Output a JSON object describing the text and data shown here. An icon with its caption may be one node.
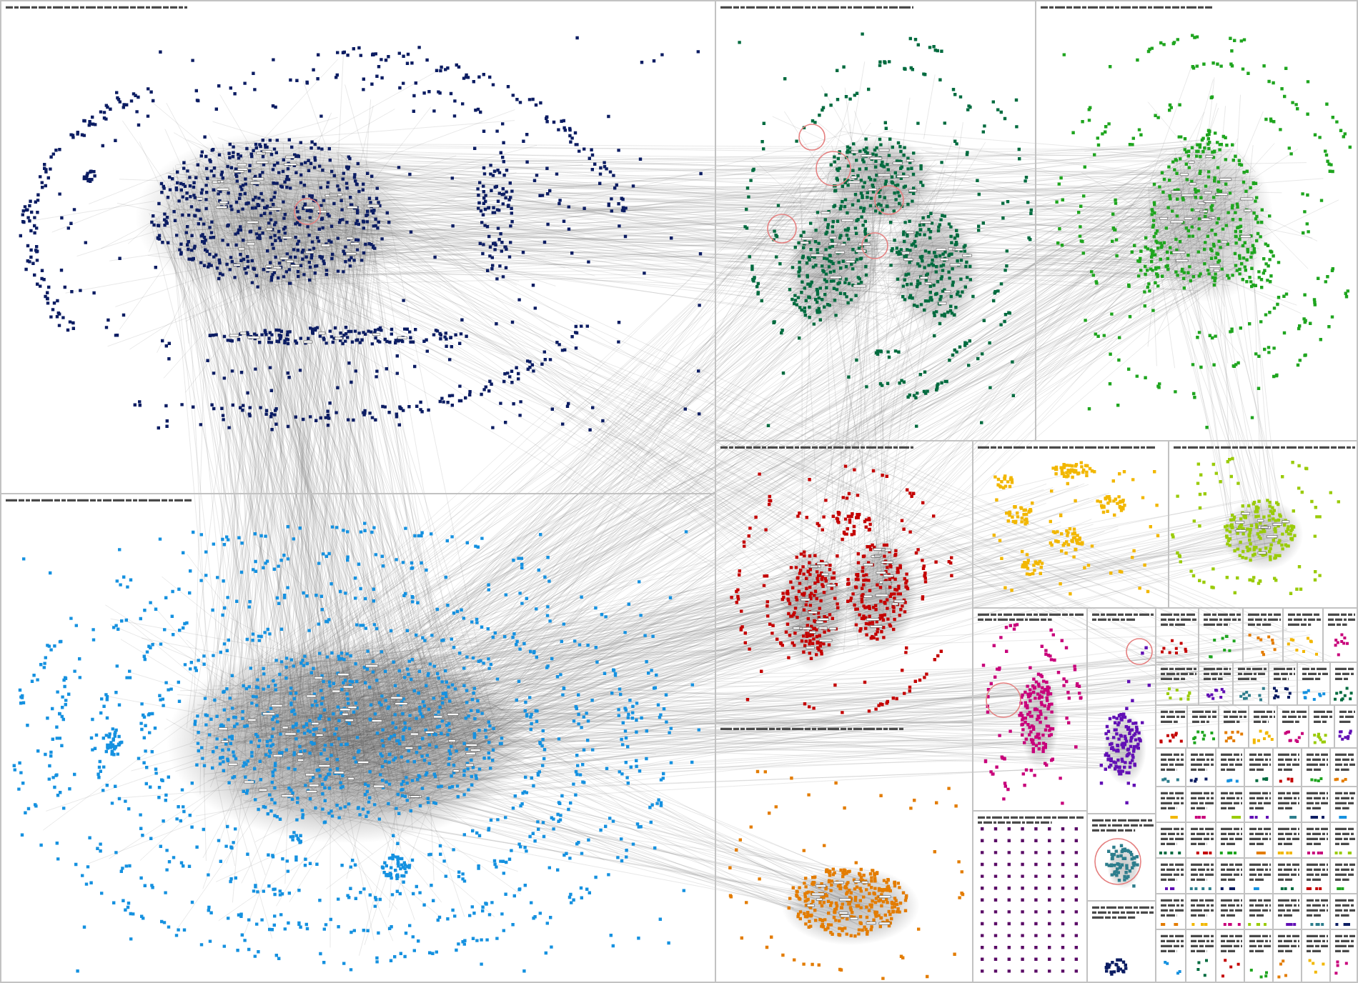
{
  "diagram": {
    "nodes": [
      {
        "text": [],
        "shape": "box"
      },
      {
        "text": [],
        "shape": "cluster",
        "in": 0
      },
      {
        "text": [],
        "shape": "box"
      },
      {
        "text": [],
        "shape": "cluster",
        "in": 2
      },
      {
        "text": [],
        "shape": "box"
      },
      {
        "text": [],
        "shape": "cluster",
        "in": 4
      },
      {
        "text": [],
        "shape": "box"
      },
      {
        "text": [],
        "shape": "cluster",
        "in": 6
      },
      {
        "text": [],
        "shape": "box"
      },
      {
        "text": [],
        "shape": "cluster",
        "in": 8
      },
      {
        "text": [],
        "shape": "box"
      },
      {
        "text": [],
        "shape": "cluster",
        "in": 10
      },
      {
        "text": [],
        "shape": "box"
      },
      {
        "text": [],
        "shape": "cluster",
        "in": 12
      },
      {
        "text": [],
        "shape": "box"
      },
      {
        "text": [],
        "shape": "cluster",
        "in": 14
      },
      {
        "text": [],
        "shape": "box"
      },
      {
        "text": [],
        "shape": "cluster",
        "in": 16
      },
      {
        "text": [],
        "shape": "box"
      },
      {
        "text": [],
        "shape": "cluster",
        "in": 18
      },
      {
        "text": [],
        "shape": "box"
      },
      {
        "text": [],
        "shape": "cluster",
        "in": 20
      },
      {
        "text": [],
        "shape": "box"
      },
      {
        "text": [],
        "shape": "cluster",
        "in": 22
      },
      {
        "text": [],
        "shape": "box"
      },
      {
        "text": [],
        "shape": "cluster",
        "in": 24
      },
      {
        "text": [],
        "shape": "box"
      },
      {
        "text": [],
        "shape": "cluster",
        "in": 26
      },
      {
        "text": [],
        "shape": "box"
      },
      {
        "text": [],
        "shape": "cluster",
        "in": 28
      },
      {
        "text": [],
        "shape": "box"
      },
      {
        "text": [],
        "shape": "cluster",
        "in": 30
      },
      {
        "text": [],
        "shape": "box"
      },
      {
        "text": [],
        "shape": "cluster",
        "in": 32
      },
      {
        "text": [],
        "shape": "box"
      },
      {
        "text": [],
        "shape": "cluster",
        "in": 34
      },
      {
        "text": [],
        "shape": "box"
      },
      {
        "text": [],
        "shape": "cluster",
        "in": 36
      },
      {
        "text": [],
        "shape": "box"
      },
      {
        "text": [],
        "shape": "cluster",
        "in": 38
      },
      {
        "text": [],
        "shape": "box"
      },
      {
        "text": [],
        "shape": "cluster",
        "in": 40
      },
      {
        "text": [],
        "shape": "box"
      },
      {
        "text": [],
        "shape": "cluster",
        "in": 42
      },
      {
        "text": [],
        "shape": "box"
      },
      {
        "text": [],
        "shape": "cluster",
        "in": 44
      },
      {
        "text": [],
        "shape": "box"
      },
      {
        "text": [],
        "shape": "cluster",
        "in": 46
      },
      {
        "text": [],
        "shape": "box"
      },
      {
        "text": [],
        "shape": "cluster",
        "in": 48
      },
      {
        "text": [],
        "shape": "box"
      },
      {
        "text": [],
        "shape": "cluster",
        "in": 50
      },
      {
        "text": [],
        "shape": "box"
      },
      {
        "text": [],
        "shape": "cluster",
        "in": 52
      },
      {
        "text": [],
        "shape": "box"
      },
      {
        "text": [],
        "shape": "cluster",
        "in": 54
      },
      {
        "text": [],
        "shape": "box"
      },
      {
        "text": [],
        "shape": "cluster",
        "in": 56
      },
      {
        "text": [],
        "shape": "box"
      },
      {
        "text": [],
        "shape": "cluster",
        "in": 58
      },
      {
        "text": [],
        "shape": "box"
      },
      {
        "text": [],
        "shape": "cluster",
        "in": 60
      },
      {
        "text": [],
        "shape": "box"
      },
      {
        "text": [],
        "shape": "cluster",
        "in": 62
      },
      {
        "text": [],
        "shape": "box"
      },
      {
        "text": [],
        "shape": "cluster",
        "in": 64
      },
      {
        "text": [],
        "shape": "box"
      },
      {
        "text": [],
        "shape": "cluster",
        "in": 66
      },
      {
        "text": [],
        "shape": "box"
      },
      {
        "text": [],
        "shape": "cluster",
        "in": 68
      },
      {
        "text": [],
        "shape": "box"
      },
      {
        "text": [],
        "shape": "cluster",
        "in": 70
      },
      {
        "text": [],
        "shape": "box"
      },
      {
        "text": [],
        "shape": "cluster",
        "in": 72
      },
      {
        "text": [],
        "shape": "box"
      },
      {
        "text": [],
        "shape": "cluster",
        "in": 74
      },
      {
        "text": [],
        "shape": "box"
      },
      {
        "text": [],
        "shape": "cluster",
        "in": 76
      },
      {
        "text": [],
        "shape": "box"
      },
      {
        "text": [],
        "shape": "cluster",
        "in": 78
      },
      {
        "text": [],
        "shape": "box"
      },
      {
        "text": [],
        "shape": "cluster",
        "in": 80
      },
      {
        "text": [],
        "shape": "box"
      },
      {
        "text": [],
        "shape": "cluster",
        "in": 82
      },
      {
        "text": [],
        "shape": "box"
      },
      {
        "text": [],
        "shape": "cluster",
        "in": 84
      },
      {
        "text": [],
        "shape": "box"
      },
      {
        "text": [],
        "shape": "cluster",
        "in": 86
      },
      {
        "text": [],
        "shape": "box"
      },
      {
        "text": [],
        "shape": "cluster",
        "in": 88
      },
      {
        "text": [],
        "shape": "box"
      },
      {
        "text": [],
        "shape": "cluster",
        "in": 90
      },
      {
        "text": [],
        "shape": "box"
      },
      {
        "text": [],
        "shape": "cluster",
        "in": 92
      },
      {
        "text": [],
        "shape": "box"
      },
      {
        "text": [],
        "shape": "cluster",
        "in": 94
      },
      {
        "text": [],
        "shape": "box"
      },
      {
        "text": [],
        "shape": "cluster",
        "in": 96
      },
      {
        "text": [],
        "shape": "box"
      },
      {
        "text": [],
        "shape": "cluster",
        "in": 98
      },
      {
        "text": [],
        "shape": "box"
      },
      {
        "text": [],
        "shape": "cluster",
        "in": 100
      },
      {
        "text": [],
        "shape": "box"
      },
      {
        "text": [],
        "shape": "cluster",
        "in": 102
      },
      {
        "text": [],
        "shape": "box"
      },
      {
        "text": [],
        "shape": "cluster",
        "in": 104
      },
      {
        "text": [],
        "shape": "box"
      },
      {
        "text": [],
        "shape": "cluster",
        "in": 106
      },
      {
        "text": [],
        "shape": "box"
      },
      {
        "text": [],
        "shape": "cluster",
        "in": 108
      },
      {
        "text": [],
        "shape": "box"
      },
      {
        "text": [],
        "shape": "cluster",
        "in": 110
      },
      {
        "text": [],
        "shape": "box"
      },
      {
        "text": [],
        "shape": "cluster",
        "in": 112
      },
      {
        "text": [],
        "shape": "box"
      },
      {
        "text": [],
        "shape": "cluster",
        "in": 114
      },
      {
        "text": [],
        "shape": "box"
      },
      {
        "text": [],
        "shape": "cluster",
        "in": 116
      },
      {
        "text": [],
        "shape": "box"
      },
      {
        "text": [],
        "shape": "cluster",
        "in": 118
      },
      {
        "text": [],
        "shape": "box"
      },
      {
        "text": [],
        "shape": "cluster",
        "in": 120
      },
      {
        "text": [],
        "shape": "box"
      },
      {
        "text": [],
        "shape": "cluster",
        "in": 122
      },
      {
        "text": [],
        "shape": "box"
      },
      {
        "text": [],
        "shape": "cluster",
        "in": 124
      },
      {
        "text": [],
        "shape": "box"
      },
      {
        "text": [],
        "shape": "cluster",
        "in": 126
      },
      {
        "text": [],
        "shape": "box"
      },
      {
        "text": [],
        "shape": "cluster",
        "in": 128
      },
      {
        "text": [],
        "shape": "box"
      },
      {
        "text": [],
        "shape": "cluster",
        "in": 130
      },
      {
        "text": [],
        "shape": "box"
      },
      {
        "text": [],
        "shape": "cluster",
        "in": 132
      },
      {
        "text": [],
        "shape": "box"
      },
      {
        "text": [],
        "shape": "cluster",
        "in": 134
      },
      {
        "text": [],
        "shape": "box"
      },
      {
        "text": [],
        "shape": "cluster",
        "in": 136
      },
      {
        "text": [],
        "shape": "box"
      },
      {
        "text": [],
        "shape": "cluster",
        "in": 138
      },
      {
        "text": [],
        "shape": "box"
      },
      {
        "text": [],
        "shape": "cluster",
        "in": 140
      },
      {
        "text": [],
        "shape": "box"
      },
      {
        "text": [],
        "shape": "cluster",
        "in": 142
      },
      {
        "text": [],
        "shape": "box"
      },
      {
        "text": [],
        "shape": "cluster",
        "in": 144
      }
    ]
  }
}
